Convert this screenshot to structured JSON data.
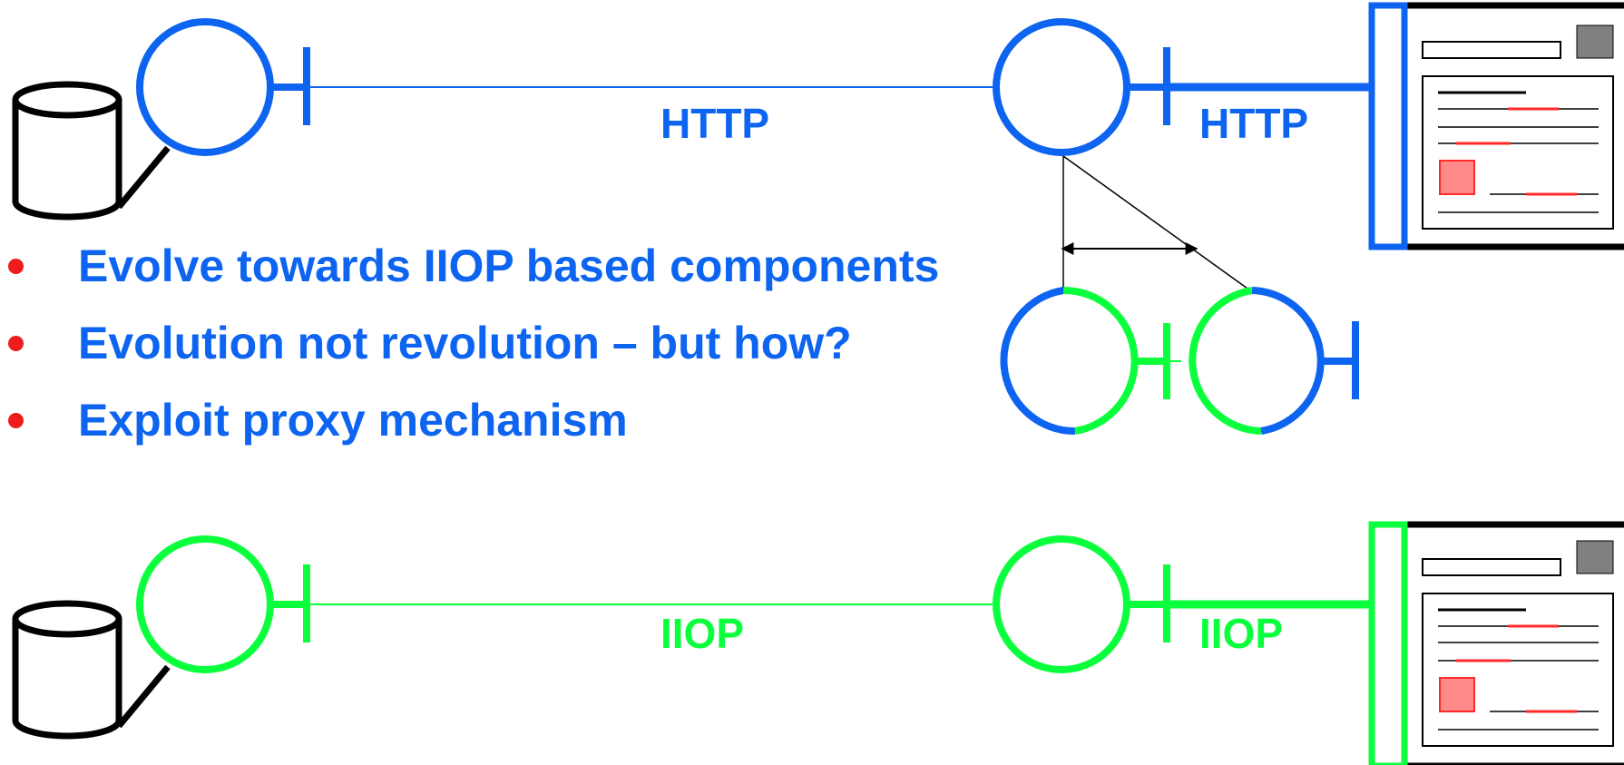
{
  "colors": {
    "http_blue": "#0d64f0",
    "iiop_green": "#0aff3c",
    "black": "#000000",
    "bullet_red": "#ee1c1c",
    "doc_red": "#ff2a2a",
    "doc_red_fill": "#ff8a8a",
    "doc_grey": "#808080"
  },
  "labels": {
    "top_link": "HTTP",
    "top_client": "HTTP",
    "bottom_link": "IIOP",
    "bottom_client": "IIOP"
  },
  "bullets": [
    "Evolve towards IIOP based components",
    "Evolution not revolution – but how?",
    "Exploit proxy mechanism"
  ],
  "icons": [
    "database-icon",
    "component-circle-icon",
    "interface-socket-icon",
    "browser-document-icon",
    "double-arrow-icon"
  ]
}
